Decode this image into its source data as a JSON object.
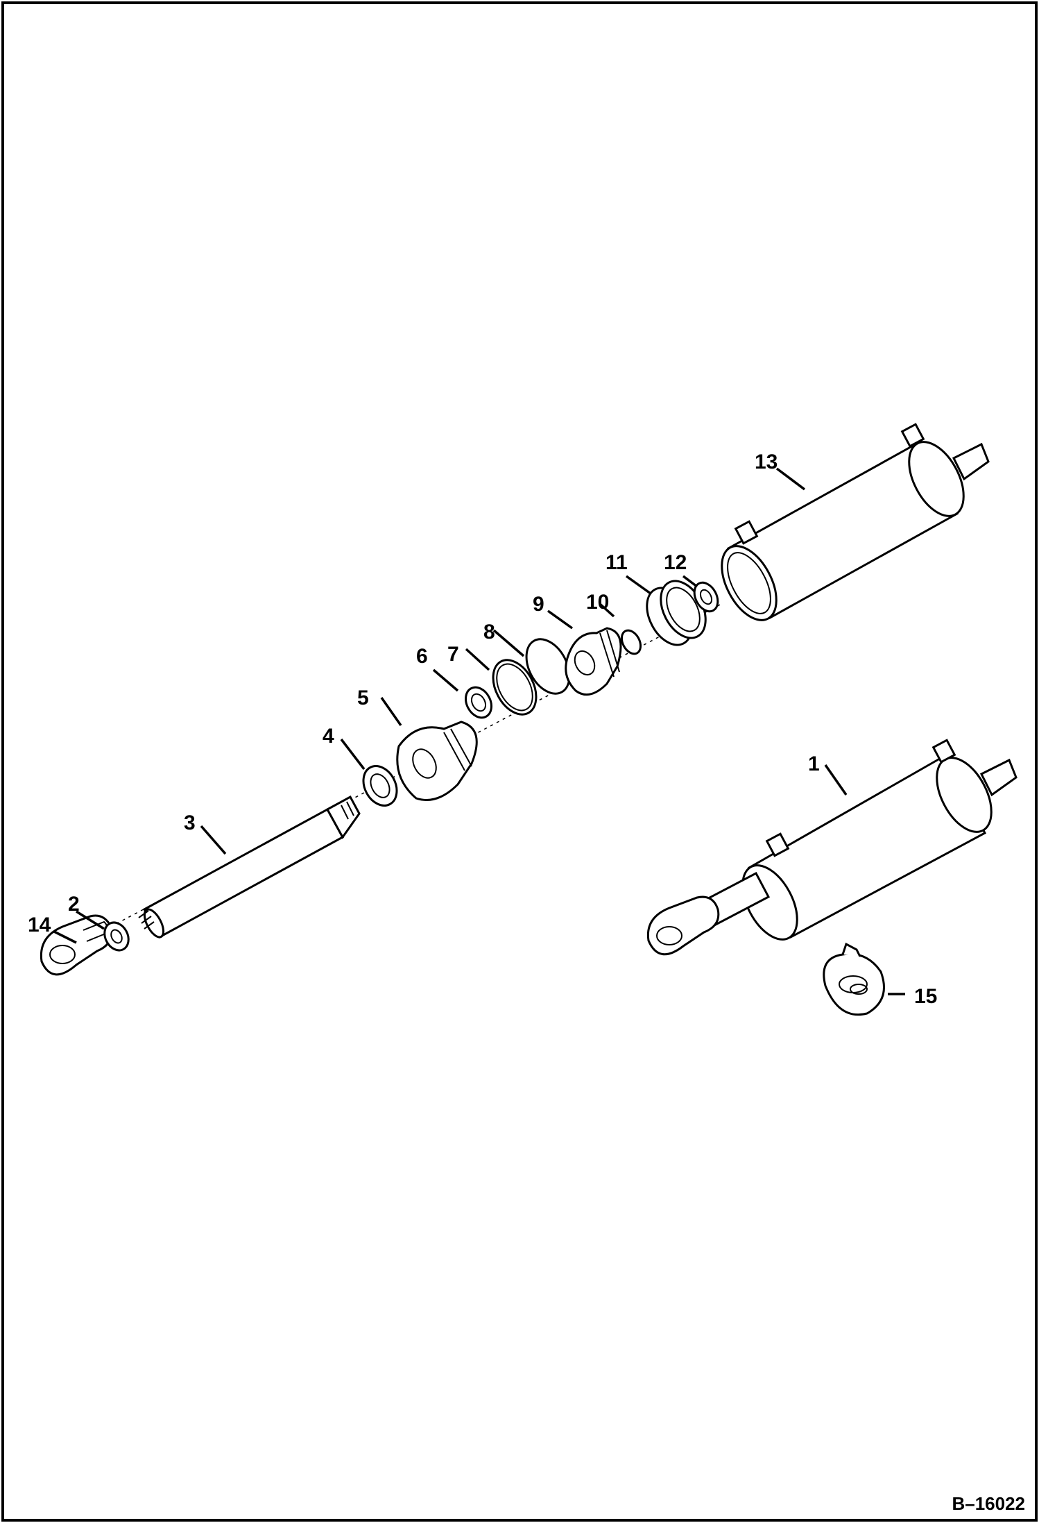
{
  "drawing": {
    "reference": "B–16022",
    "callouts": [
      "1",
      "2",
      "3",
      "4",
      "5",
      "6",
      "7",
      "8",
      "9",
      "10",
      "11",
      "12",
      "13",
      "14",
      "15"
    ]
  }
}
